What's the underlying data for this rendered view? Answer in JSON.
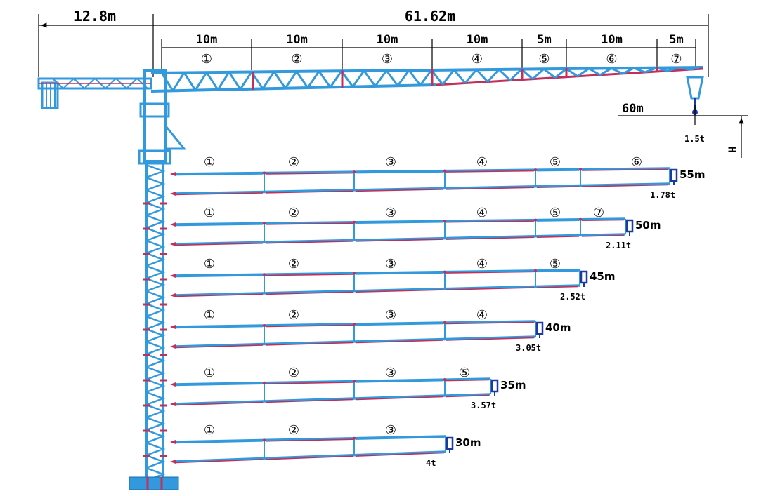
{
  "dimensions": {
    "counter_jib": "12.8m",
    "jib_total": "61.62m",
    "hook_radius": "60m",
    "hook_load": "1.5t",
    "height_symbol": "H"
  },
  "jib_sections": [
    {
      "label": "①",
      "length": "10m"
    },
    {
      "label": "②",
      "length": "10m"
    },
    {
      "label": "③",
      "length": "10m"
    },
    {
      "label": "④",
      "length": "10m"
    },
    {
      "label": "⑤",
      "length": "5m"
    },
    {
      "label": "⑥",
      "length": "10m"
    },
    {
      "label": "⑦",
      "length": "5m"
    }
  ],
  "configurations": [
    {
      "radius": "55m",
      "load": "1.78t",
      "sections": [
        "①",
        "②",
        "③",
        "④",
        "⑤",
        "⑥"
      ]
    },
    {
      "radius": "50m",
      "load": "2.11t",
      "sections": [
        "①",
        "②",
        "③",
        "④",
        "⑤",
        "⑦"
      ]
    },
    {
      "radius": "45m",
      "load": "2.52t",
      "sections": [
        "①",
        "②",
        "③",
        "④",
        "⑤"
      ]
    },
    {
      "radius": "40m",
      "load": "3.05t",
      "sections": [
        "①",
        "②",
        "③",
        "④"
      ]
    },
    {
      "radius": "35m",
      "load": "3.57t",
      "sections": [
        "①",
        "②",
        "③",
        "⑤"
      ]
    },
    {
      "radius": "30m",
      "load": "4t",
      "sections": [
        "①",
        "②",
        "③"
      ]
    }
  ],
  "colors": {
    "steel_blue": "#3399dd",
    "chord_red": "#c0305a",
    "dark_blue": "#1a3aa0",
    "dimension_black": "#000000"
  }
}
